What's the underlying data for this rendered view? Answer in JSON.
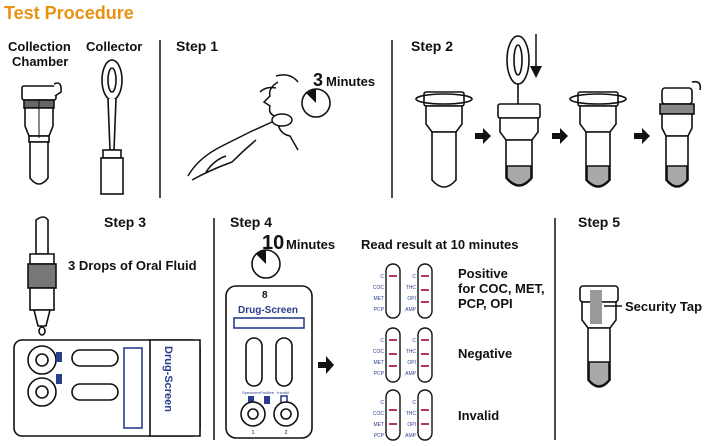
{
  "title": "Test Procedure",
  "labels": {
    "collection_chamber_1": "Collection",
    "collection_chamber_2": "Chamber",
    "collector": "Collector",
    "step1": "Step 1",
    "step2": "Step 2",
    "step3": "Step 3",
    "step4": "Step 4",
    "step5": "Step 5",
    "minutes_3_num": "3",
    "minutes_3_word": "Minutes",
    "minutes_10_num": "10",
    "minutes_10_word": "Minutes",
    "drops": "3 Drops of  Oral Fluid",
    "read_result": "Read result at 10 minutes",
    "positive_1": "Positive",
    "positive_2": "for COC, MET,",
    "positive_3": "PCP, OPI",
    "negative": "Negative",
    "invalid": "Invalid",
    "security_tap": "Security Tap",
    "drug_screen": "Drug-Screen",
    "cassette_logo": "8",
    "strip_labels_left": [
      "C",
      "COC",
      "MET",
      "PCP"
    ],
    "strip_labels_right": [
      "C",
      "THC",
      "OPI",
      "AMP"
    ],
    "window_labels": [
      "Specimen",
      "Positive",
      "Invalid"
    ],
    "well_labels": [
      "1",
      "2"
    ]
  },
  "colors": {
    "accent": "#e8930f",
    "line": "#111111",
    "gray_fluid": "#a9a9a9",
    "result_line": "#b03a5a",
    "panel_blue": "#2a3e8e"
  }
}
